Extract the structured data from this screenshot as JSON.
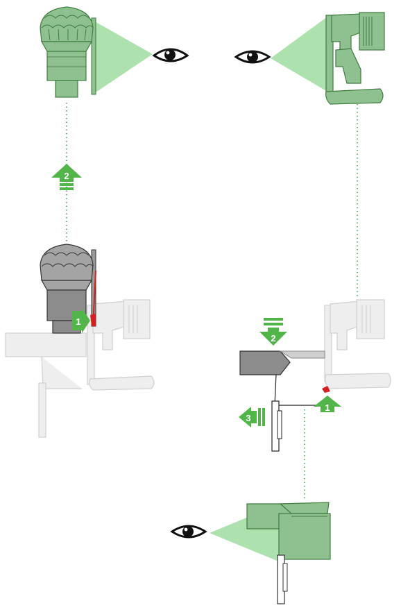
{
  "steps": {
    "cyclone_lift": "2",
    "release_catch_left": "1",
    "bin_lower": "2",
    "release_catch_right": "1",
    "bin_remove": "3"
  },
  "colors": {
    "green_fill": "#8fc08f",
    "green_stroke": "#3f7d3f",
    "arrow_green": "#52b54a",
    "view_cone": "#9fdc9f",
    "grey_part": "#8c8c8c",
    "ghost_grey": "#e2e2e2",
    "catch_red": "#d42020"
  }
}
